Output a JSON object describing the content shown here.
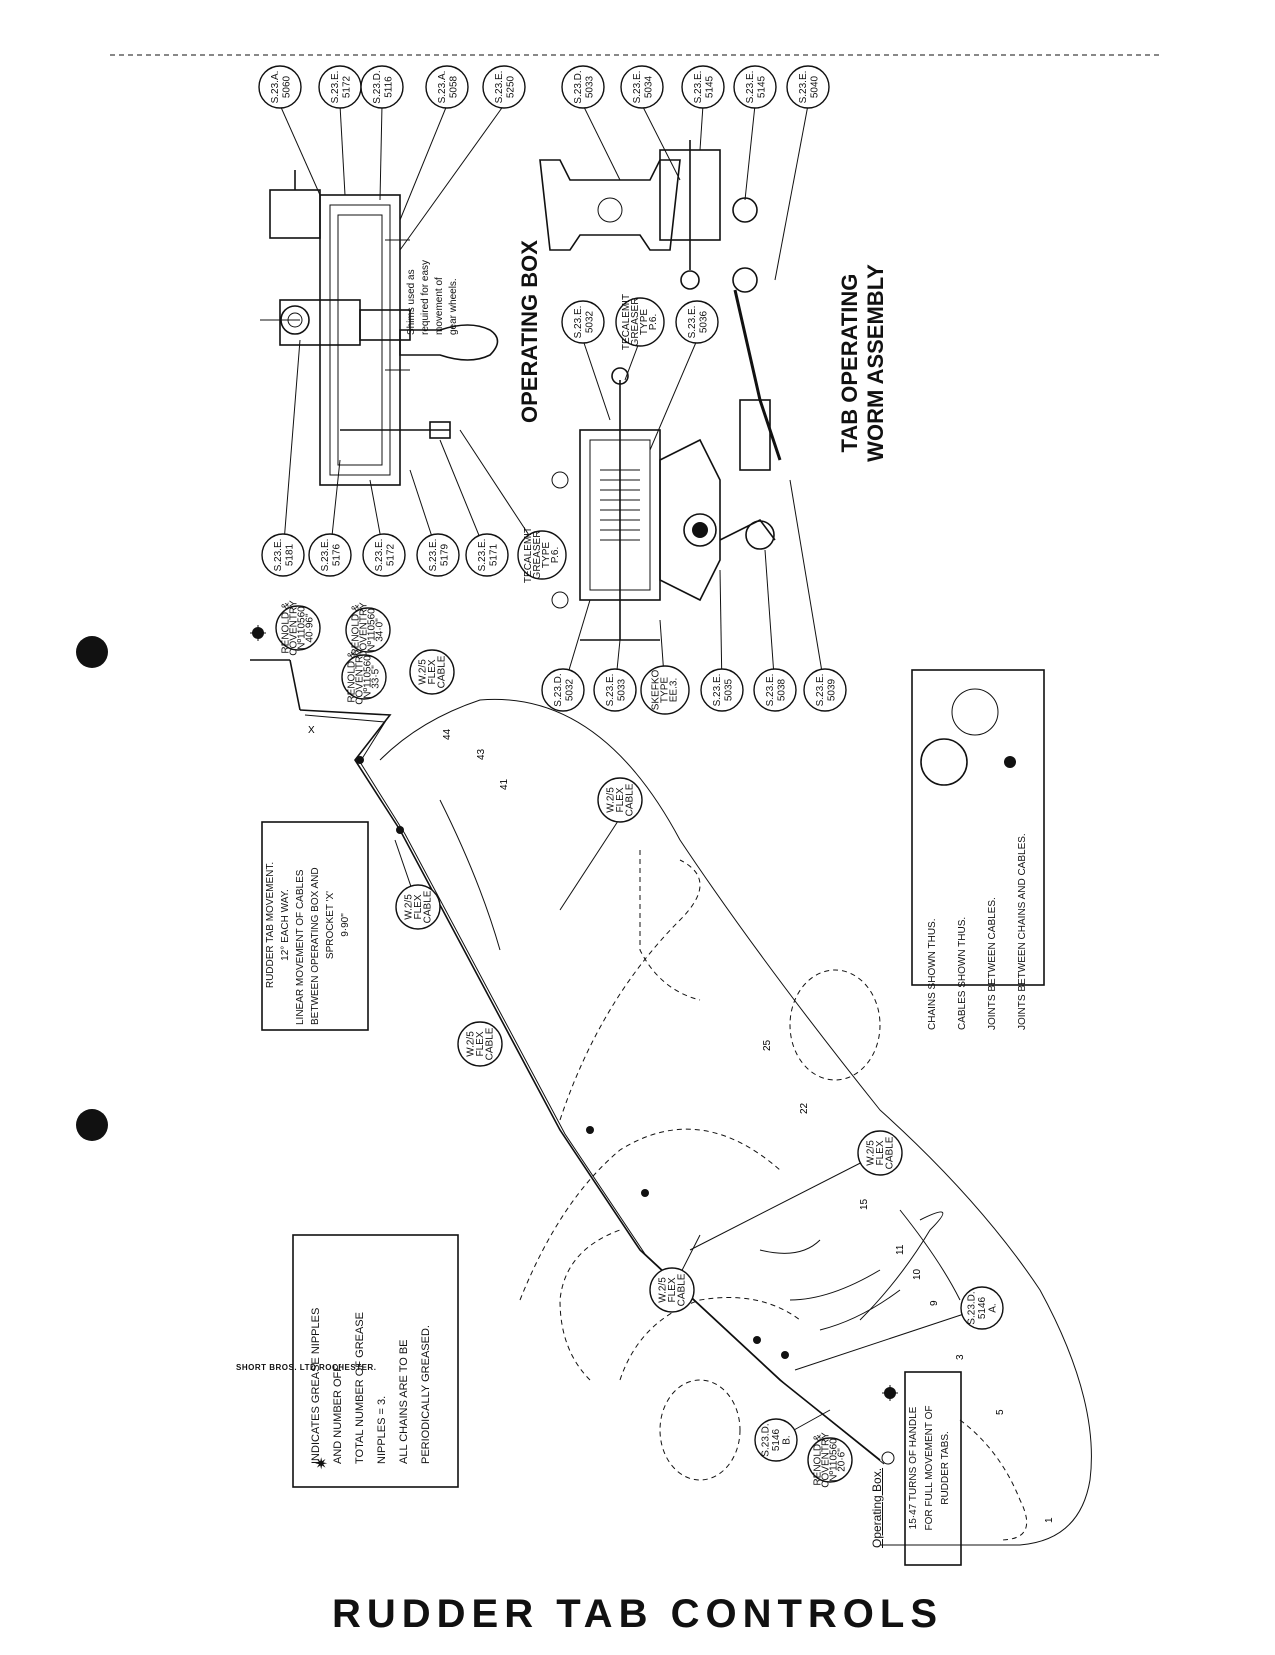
{
  "title": "RUDDER TAB CONTROLS",
  "maker": "SHORT BROS. LTD ROCHESTER.",
  "sections": {
    "operating_box": "OPERATING BOX",
    "worm_assembly_line1": "TAB OPERATING",
    "worm_assembly_line2": "WORM ASSEMBLY",
    "operating_box_label": "Operating Box."
  },
  "shims_note": [
    "Shims used as",
    "required for easy",
    "movement of",
    "gear wheels."
  ],
  "movement_box": {
    "line1": "RUDDER TAB MOVEMENT.",
    "line2": "12° EACH WAY.",
    "line3": "LINEAR MOVEMENT OF CABLES",
    "line4": "BETWEEN OPERATING BOX AND",
    "line5": "SPROCKET 'X'",
    "line6": "9·90\""
  },
  "legend": {
    "chains": "CHAINS SHOWN THUS.",
    "cables": "CABLES SHOWN THUS.",
    "joints_cables": "JOINTS BETWEEN CABLES.",
    "joints_chains_cables": "JOINTS BETWEEN CHAINS AND CABLES."
  },
  "grease_box": {
    "line1": "INDICATES GREASE NIPPLES",
    "line2": "AND NUMBER OFF.",
    "line3": "TOTAL NUMBER OF GREASE",
    "line4": "NIPPLES = 3.",
    "line5": "ALL CHAINS ARE TO BE",
    "line6": "PERIODICALLY GREASED."
  },
  "turns_note": {
    "line1": "15·47 TURNS OF HANDLE",
    "line2": "FOR FULL MOVEMENT OF",
    "line3": "RUDDER TABS."
  },
  "box_callouts": [
    [
      "S.23.A.",
      "5060"
    ],
    [
      "S.23.E.",
      "5172"
    ],
    [
      "S.23.D.",
      "5116"
    ],
    [
      "S.23.A.",
      "5058"
    ],
    [
      "S.23.E.",
      "5250"
    ],
    [
      "S.23.E.",
      "5181"
    ],
    [
      "S.23.E.",
      "5176"
    ],
    [
      "S.23.E.",
      "5172"
    ],
    [
      "S.23.E.",
      "5179"
    ],
    [
      "S.23.E.",
      "5171"
    ],
    [
      "TECALEMIT",
      "GREASER",
      "TYPE",
      "P.6."
    ]
  ],
  "worm_callouts": [
    [
      "S.23.D.",
      "5033"
    ],
    [
      "S.23.E.",
      "5034"
    ],
    [
      "S.23.E.",
      "5145"
    ],
    [
      "S.23.E.",
      "5145"
    ],
    [
      "S.23.E.",
      "5040"
    ],
    [
      "S.23.E.",
      "5032"
    ],
    [
      "TECALEMIT",
      "GREASER",
      "TYPE",
      "P.6."
    ],
    [
      "S.23.E.",
      "5036"
    ],
    [
      "S.23.D.",
      "5032"
    ],
    [
      "S.23.E.",
      "5033"
    ],
    [
      "SKEFKO",
      "TYPE",
      "EE.3."
    ],
    [
      "S.23.E.",
      "5035"
    ],
    [
      "S.23.E.",
      "5038"
    ],
    [
      "S.23.E.",
      "5039"
    ]
  ],
  "chain_callouts": [
    [
      "RENOLD &",
      "COVENTRY",
      "Nº110560",
      "40·96\""
    ],
    [
      "RENOLD &",
      "COVENTRY",
      "Nº110560",
      "34·0\""
    ],
    [
      "RENOLD &",
      "COVENTRY",
      "Nº110560",
      "33·5\""
    ],
    [
      "RENOLD &",
      "COVENTRY",
      "Nº110560",
      "20·6\""
    ]
  ],
  "cable_callouts": [
    [
      "W.2/5",
      "FLEX",
      "CABLE"
    ],
    [
      "W.2/5",
      "FLEX",
      "CABLE"
    ],
    [
      "W.2/5",
      "FLEX",
      "CABLE"
    ],
    [
      "W.2/5",
      "FLEX",
      "CABLE"
    ],
    [
      "W.2/5",
      "FLEX",
      "CABLE"
    ],
    [
      "W.2/5",
      "FLEX",
      "CABLE"
    ]
  ],
  "misc_callouts": [
    [
      "S.23.D.",
      "5146",
      "A."
    ],
    [
      "S.23.D.",
      "5146",
      "B."
    ]
  ],
  "frame_numbers": [
    "1",
    "3",
    "5",
    "9",
    "10",
    "11",
    "15",
    "22",
    "25",
    "41",
    "43",
    "44"
  ],
  "sprocket_mark": "X"
}
